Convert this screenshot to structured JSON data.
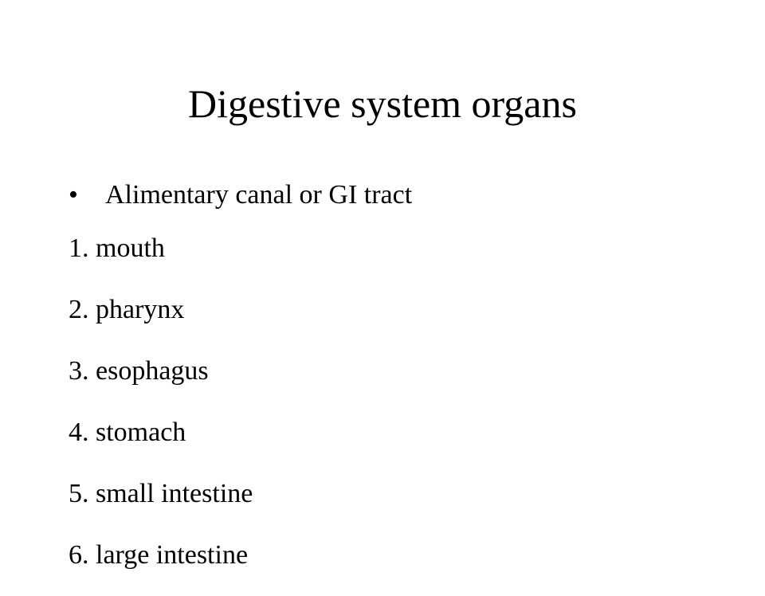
{
  "slide": {
    "title": "Digestive system organs",
    "bullet": {
      "symbol": "•",
      "text": "Alimentary canal or GI tract"
    },
    "organs": [
      "1. mouth",
      "2. pharynx",
      "3. esophagus",
      "4. stomach",
      "5. small intestine",
      "6. large intestine"
    ]
  }
}
